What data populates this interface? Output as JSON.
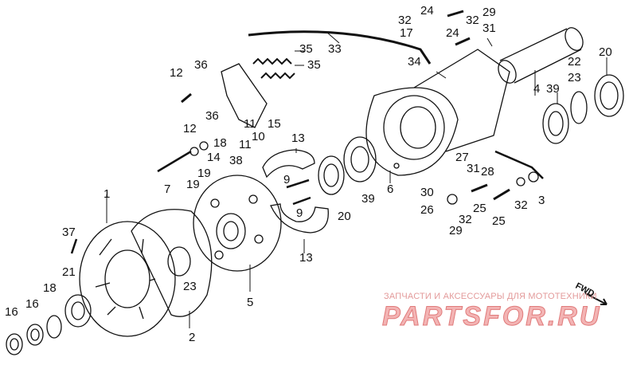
{
  "callouts": [
    {
      "id": "c24a",
      "text": "24"
    },
    {
      "id": "c32a",
      "text": "32"
    },
    {
      "id": "c32b",
      "text": "32"
    },
    {
      "id": "c29a",
      "text": "29"
    },
    {
      "id": "c17",
      "text": "17"
    },
    {
      "id": "c24b",
      "text": "24"
    },
    {
      "id": "c31a",
      "text": "31"
    },
    {
      "id": "c33",
      "text": "33"
    },
    {
      "id": "c20a",
      "text": "20"
    },
    {
      "id": "c12a",
      "text": "12"
    },
    {
      "id": "c36a",
      "text": "36"
    },
    {
      "id": "c35a",
      "text": "35"
    },
    {
      "id": "c35b",
      "text": "35"
    },
    {
      "id": "c34",
      "text": "34"
    },
    {
      "id": "c22",
      "text": "22"
    },
    {
      "id": "c23a",
      "text": "23"
    },
    {
      "id": "c4",
      "text": "4"
    },
    {
      "id": "c39a",
      "text": "39"
    },
    {
      "id": "c36b",
      "text": "36"
    },
    {
      "id": "c12b",
      "text": "12"
    },
    {
      "id": "c15",
      "text": "15"
    },
    {
      "id": "c11a",
      "text": "11"
    },
    {
      "id": "c10",
      "text": "10"
    },
    {
      "id": "c18a",
      "text": "18"
    },
    {
      "id": "c14",
      "text": "14"
    },
    {
      "id": "c11b",
      "text": "11"
    },
    {
      "id": "c38",
      "text": "38"
    },
    {
      "id": "c13a",
      "text": "13"
    },
    {
      "id": "c19a",
      "text": "19"
    },
    {
      "id": "c19b",
      "text": "19"
    },
    {
      "id": "c7",
      "text": "7"
    },
    {
      "id": "c9a",
      "text": "9"
    },
    {
      "id": "c9b",
      "text": "9"
    },
    {
      "id": "c13b",
      "text": "13"
    },
    {
      "id": "c20b",
      "text": "20"
    },
    {
      "id": "c39b",
      "text": "39"
    },
    {
      "id": "c6",
      "text": "6"
    },
    {
      "id": "c30",
      "text": "30"
    },
    {
      "id": "c26",
      "text": "26"
    },
    {
      "id": "c27",
      "text": "27"
    },
    {
      "id": "c31b",
      "text": "31"
    },
    {
      "id": "c28",
      "text": "28"
    },
    {
      "id": "c3",
      "text": "3"
    },
    {
      "id": "c29b",
      "text": "29"
    },
    {
      "id": "c32c",
      "text": "32"
    },
    {
      "id": "c25a",
      "text": "25"
    },
    {
      "id": "c25b",
      "text": "25"
    },
    {
      "id": "c32d",
      "text": "32"
    },
    {
      "id": "c1",
      "text": "1"
    },
    {
      "id": "c37",
      "text": "37"
    },
    {
      "id": "c21",
      "text": "21"
    },
    {
      "id": "c18b",
      "text": "18"
    },
    {
      "id": "c16a",
      "text": "16"
    },
    {
      "id": "c16b",
      "text": "16"
    },
    {
      "id": "c23b",
      "text": "23"
    },
    {
      "id": "c5",
      "text": "5"
    },
    {
      "id": "c2",
      "text": "2"
    }
  ],
  "direction_label": "FWD",
  "watermark": {
    "tagline": "ЗАПЧАСТИ И АКСЕССУАРЫ ДЛЯ МОТОТЕХНИКИ",
    "brand": "PARTSFOR.RU"
  }
}
